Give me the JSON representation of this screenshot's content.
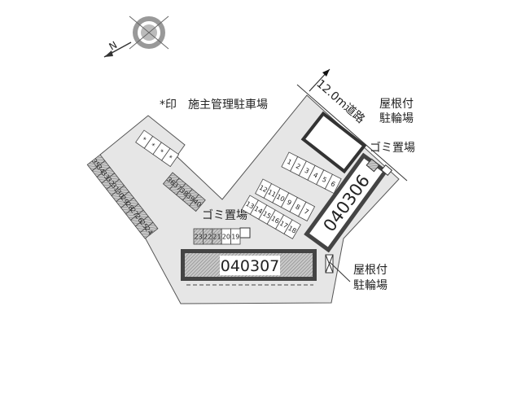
{
  "legend_note": "*印　施主管理駐車場",
  "road_label": "12.0m道路",
  "buildings": {
    "right": "040306",
    "bottom": "040307"
  },
  "labels": {
    "bike_shelter_top": [
      "屋根付",
      "駐輪場"
    ],
    "garbage_top": "ゴミ置場",
    "garbage_center": "ゴミ置場",
    "bike_shelter_bottom": [
      "屋根付",
      "駐輪場"
    ]
  },
  "compass": {
    "direction": "N"
  },
  "stall_groups": {
    "row_1_6": [
      "1",
      "2",
      "3",
      "4",
      "5",
      "6"
    ],
    "row_12_7": [
      "12",
      "11",
      "10",
      "9",
      "8",
      "7"
    ],
    "row_13_18": [
      "13",
      "14",
      "15",
      "16",
      "17",
      "18"
    ],
    "left_35_24": [
      "35",
      "34",
      "33",
      "32",
      "31",
      "30",
      "29",
      "28",
      "27",
      "26",
      "25",
      "24"
    ],
    "row_36_40": [
      "36",
      "37",
      "38",
      "39",
      "40"
    ],
    "row_23_19": [
      "23",
      "22",
      "21",
      "20",
      "19"
    ],
    "owner_managed": [
      "*",
      "*",
      "*",
      "*"
    ]
  },
  "colors": {
    "lot": "#e6e6e6",
    "outline": "#333333",
    "hatch": "#9a9a9a"
  }
}
